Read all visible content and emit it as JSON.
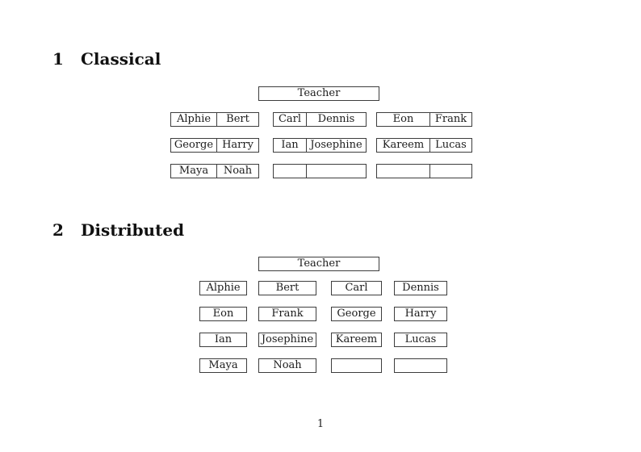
{
  "page_number": "1",
  "sections": [
    {
      "number": "1",
      "title": "Classical",
      "teacher_label": "Teacher",
      "rows": [
        {
          "desks": [
            {
              "seats": [
                "Alphie",
                "Bert"
              ]
            },
            {
              "seats": [
                "Carl",
                "Dennis"
              ]
            },
            {
              "seats": [
                "Eon",
                "Frank"
              ]
            }
          ]
        },
        {
          "desks": [
            {
              "seats": [
                "George",
                "Harry"
              ]
            },
            {
              "seats": [
                "Ian",
                "Josephine"
              ]
            },
            {
              "seats": [
                "Kareem",
                "Lucas"
              ]
            }
          ]
        },
        {
          "desks": [
            {
              "seats": [
                "Maya",
                "Noah"
              ]
            },
            {
              "seats": [
                "",
                ""
              ]
            },
            {
              "seats": [
                "",
                ""
              ]
            }
          ]
        }
      ]
    },
    {
      "number": "2",
      "title": "Distributed",
      "teacher_label": "Teacher",
      "rows": [
        {
          "seats": [
            "Alphie",
            "Bert",
            "Carl",
            "Dennis"
          ]
        },
        {
          "seats": [
            "Eon",
            "Frank",
            "George",
            "Harry"
          ]
        },
        {
          "seats": [
            "Ian",
            "Josephine",
            "Kareem",
            "Lucas"
          ]
        },
        {
          "seats": [
            "Maya",
            "Noah",
            "",
            ""
          ]
        }
      ]
    }
  ]
}
